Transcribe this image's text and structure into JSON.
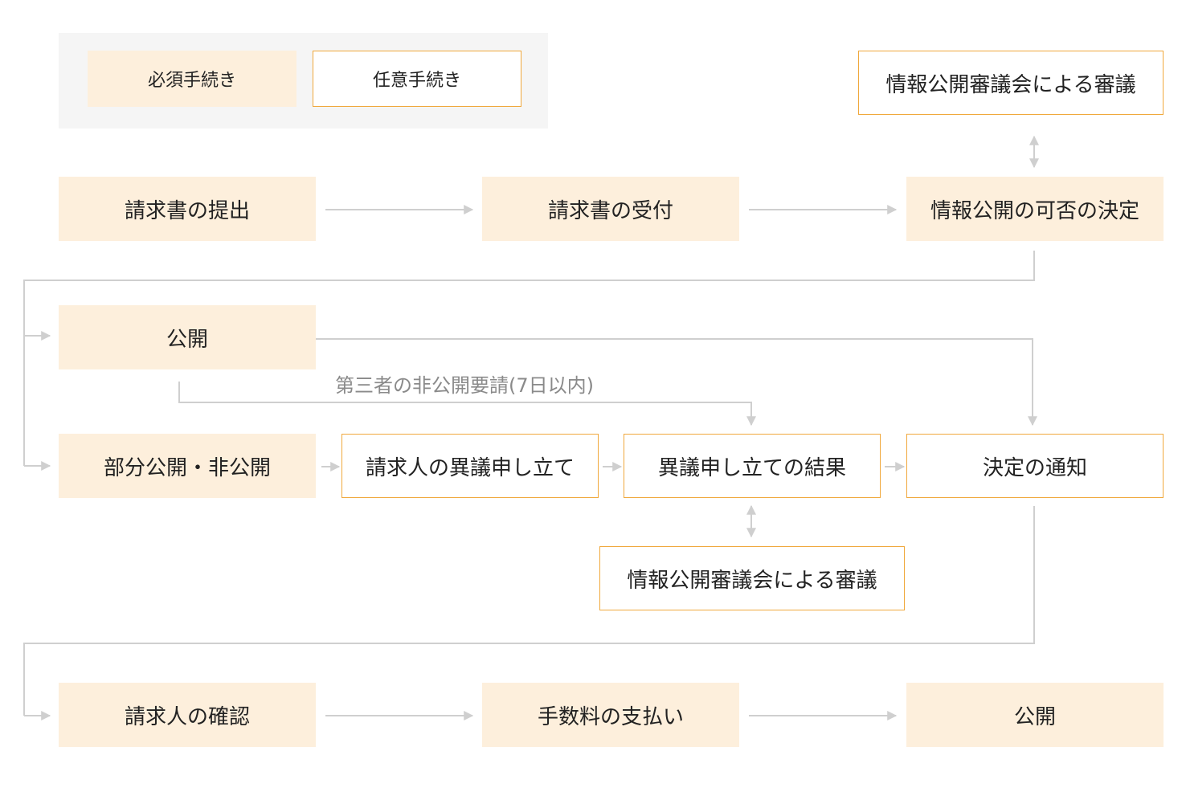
{
  "legend": {
    "required": "必須手続き",
    "optional": "任意手続き"
  },
  "row1": {
    "submit": "請求書の提出",
    "receive": "請求書の受付",
    "decision": "情報公開の可否の決定",
    "review_top": "情報公開審議会による審議"
  },
  "row2": {
    "disclose": "公開",
    "third_party_note": "第三者の非公開要請(7日以内)"
  },
  "row3": {
    "partial": "部分公開・非公開",
    "objection": "請求人の異議申し立て",
    "objection_result": "異議申し立ての結果",
    "notice": "決定の通知",
    "review_bottom": "情報公開審議会による審議"
  },
  "row4": {
    "confirm": "請求人の確認",
    "payment": "手数料の支払い",
    "disclose_final": "公開"
  },
  "colors": {
    "required_fill": "#fdefdc",
    "optional_border": "#f0a83c",
    "connector": "#cfcfcf",
    "legend_bg": "#f5f5f5"
  }
}
